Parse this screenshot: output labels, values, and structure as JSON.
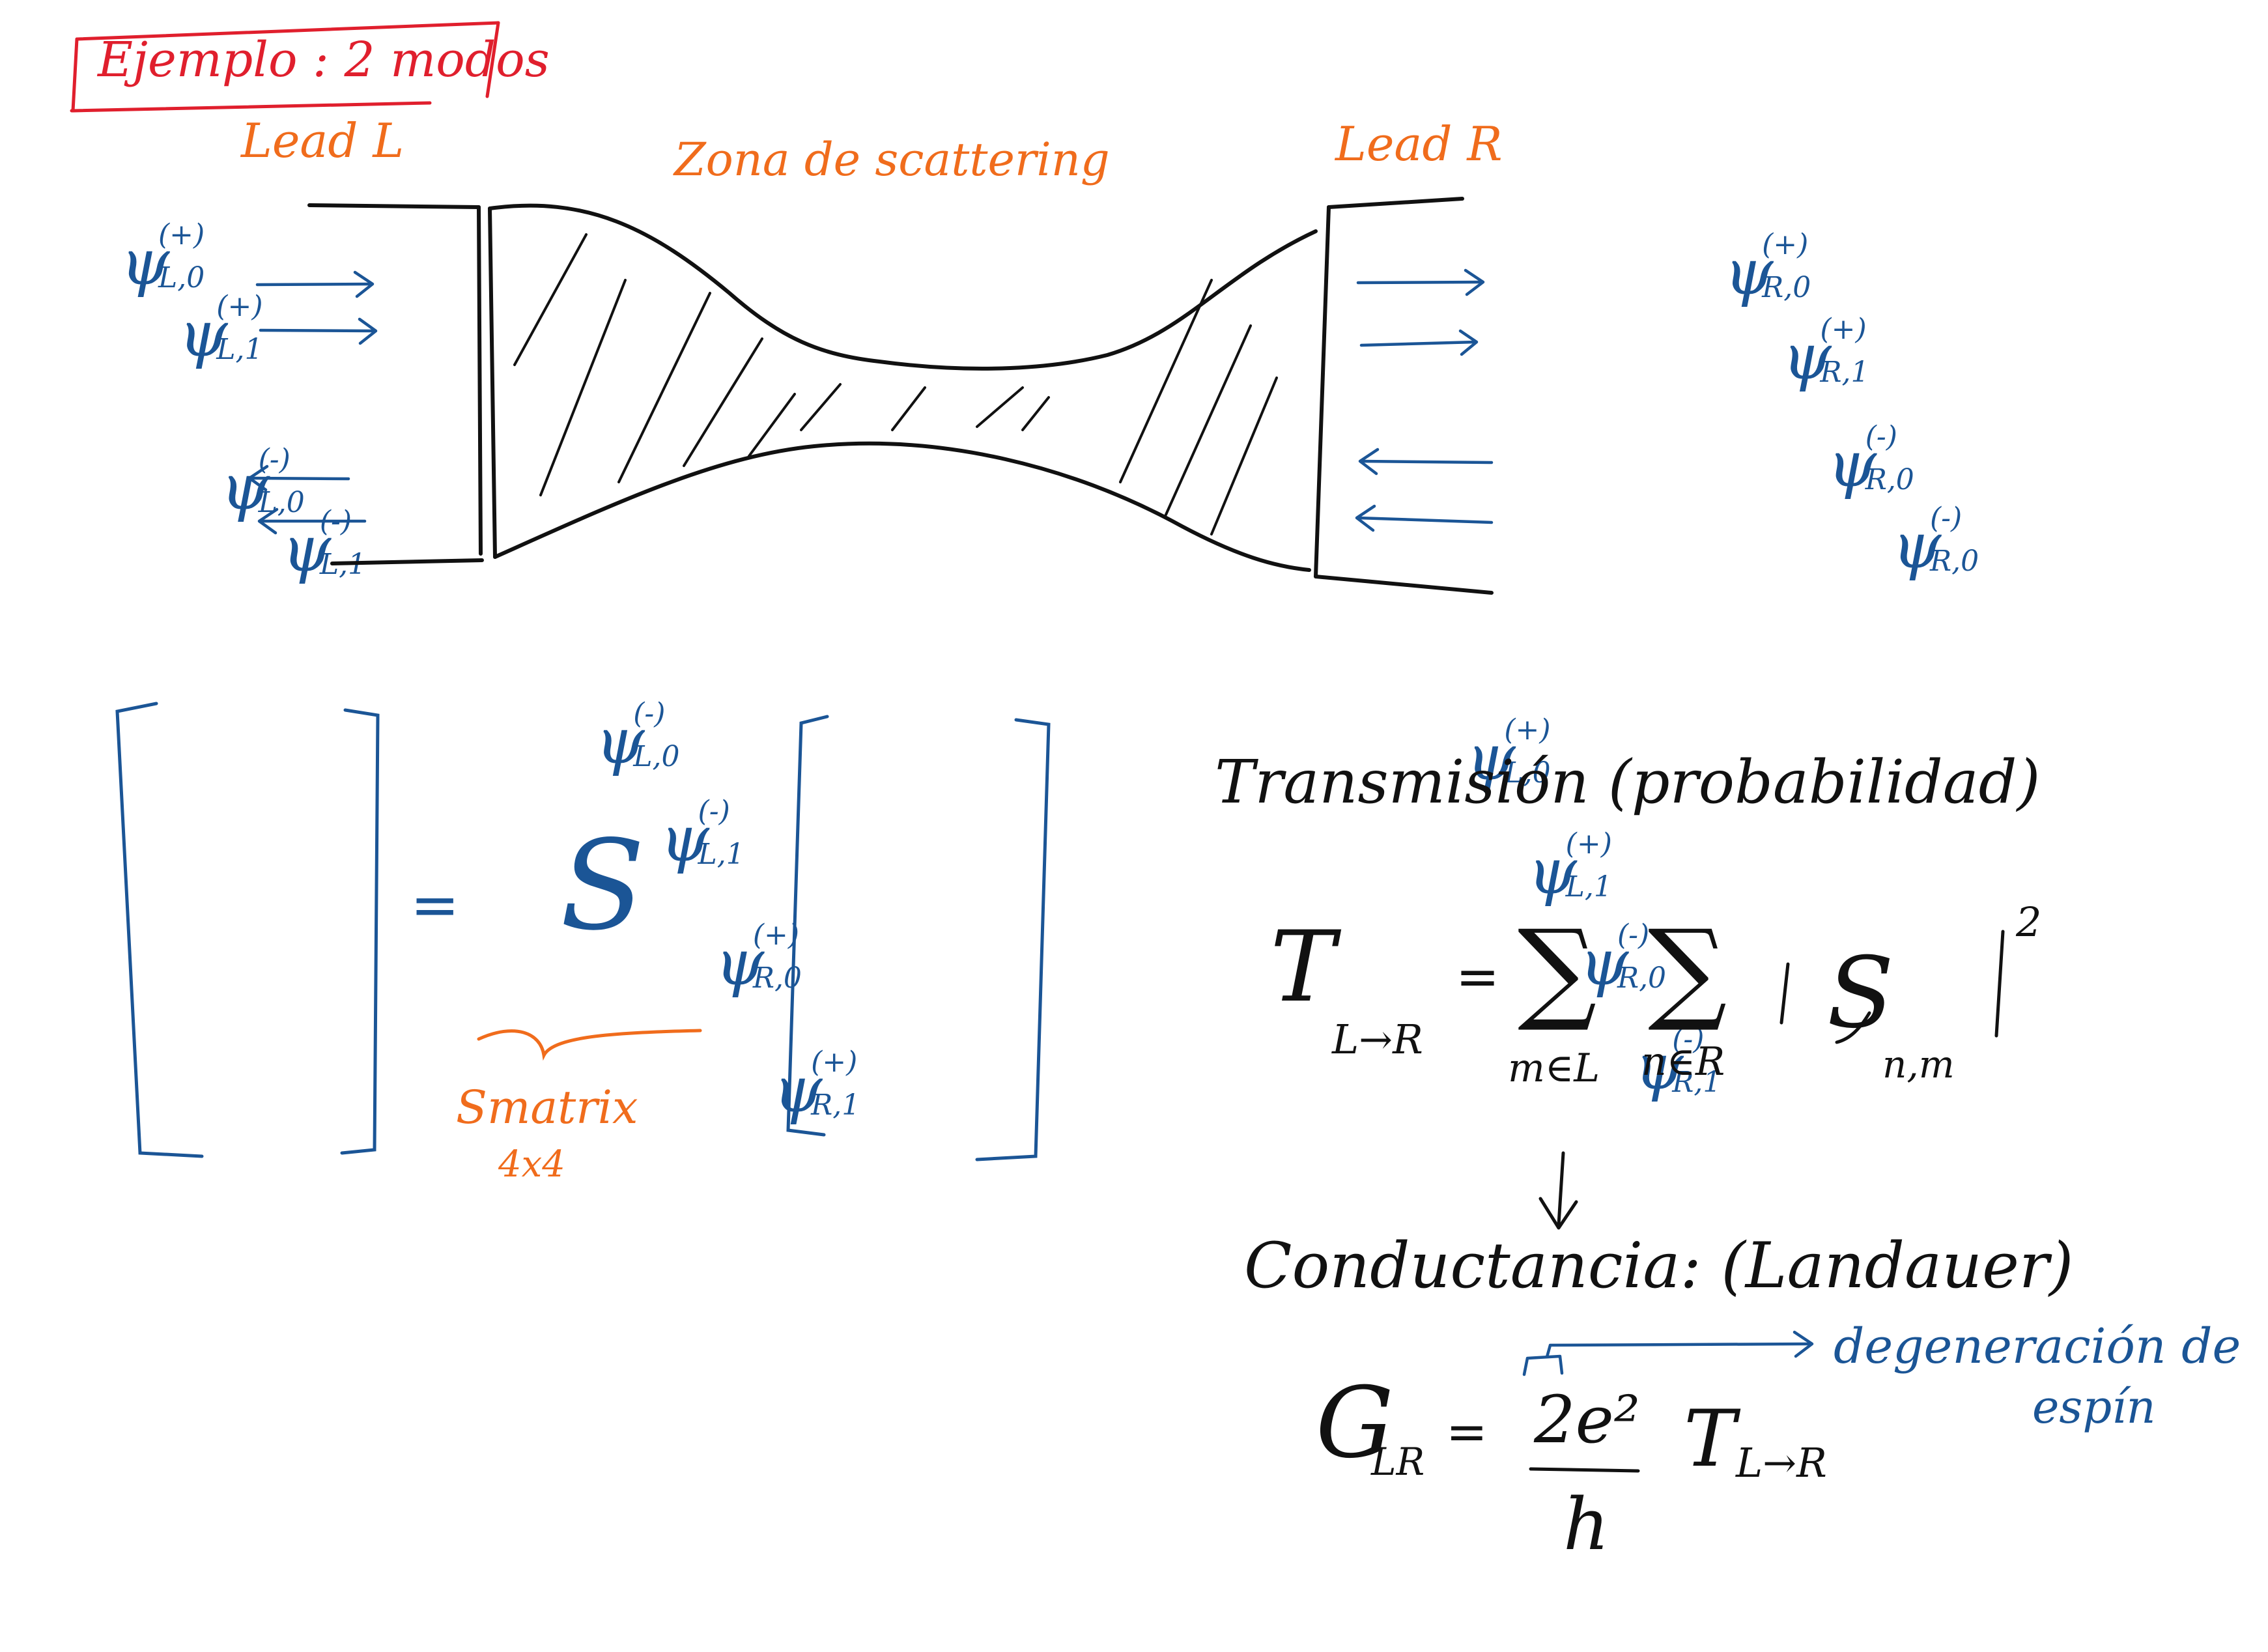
{
  "title": "Ejemplo : 2 modos",
  "labels": {
    "lead_left": "Lead L",
    "scattering_zone": "Zona de scattering",
    "lead_right": "Lead R"
  },
  "modes": {
    "base_symbol": "ψ",
    "left_in": [
      {
        "sup": "(+)",
        "sub": "L,0"
      },
      {
        "sup": "(+)",
        "sub": "L,1"
      }
    ],
    "left_out": [
      {
        "sup": "(-)",
        "sub": "L,0"
      },
      {
        "sup": "(-)",
        "sub": "L,1"
      }
    ],
    "right_out": [
      {
        "sup": "(+)",
        "sub": "R,0"
      },
      {
        "sup": "(+)",
        "sub": "R,1"
      }
    ],
    "right_in": [
      {
        "sup": "(-)",
        "sub": "R,0"
      },
      {
        "sup": "(-)",
        "sub": "R,0"
      }
    ]
  },
  "matrix_equation": {
    "lhs": [
      {
        "sup": "(-)",
        "sub": "L,0"
      },
      {
        "sup": "(-)",
        "sub": "L,1"
      },
      {
        "sup": "(+)",
        "sub": "R,0"
      },
      {
        "sup": "(+)",
        "sub": "R,1"
      }
    ],
    "equals": "=",
    "operator": "S",
    "rhs": [
      {
        "sup": "(+)",
        "sub": "L,0"
      },
      {
        "sup": "(+)",
        "sub": "L,1"
      },
      {
        "sup": "(-)",
        "sub": "R,0"
      },
      {
        "sup": "(-)",
        "sub": "R,1"
      }
    ],
    "smatrix_label": "Smatrix",
    "smatrix_size": "4x4"
  },
  "transmission": {
    "heading": "Transmisión (probabilidad)",
    "T": "T",
    "T_sub": "L→R",
    "equals": "=",
    "sum1_sub": "m∈L",
    "sum2_sub": "n∈R",
    "S": "S",
    "S_sub": "n,m",
    "exponent": "2"
  },
  "conductance": {
    "heading": "Conductancia: (Landauer)",
    "G": "G",
    "G_sub": "LR",
    "equals": "=",
    "numerator": "2e²",
    "denominator": "h",
    "T": "T",
    "T_sub": "L→R",
    "annotation_line1": "degeneración de",
    "annotation_line2": "espín"
  },
  "colors": {
    "orange": "#f06c1c",
    "red": "#e01f2d",
    "blue": "#1b5596",
    "black": "#111111"
  }
}
